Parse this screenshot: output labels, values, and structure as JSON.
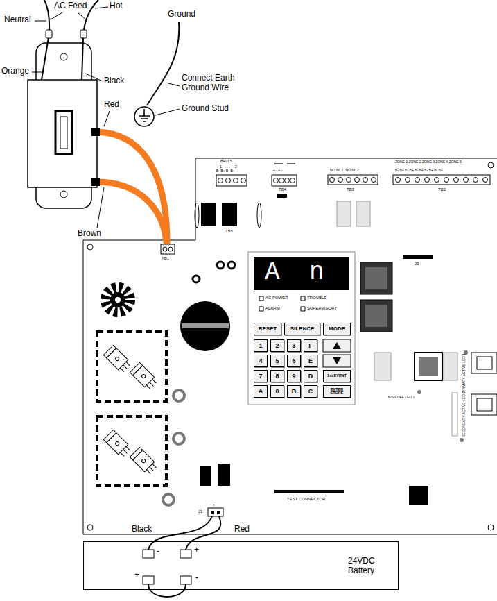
{
  "diagram": {
    "nodes": [
      {
        "text": [
          "RESET"
        ]
      },
      {
        "text": [
          "SILENCE"
        ]
      },
      {
        "text": [
          "MODE"
        ]
      },
      {
        "text": [
          "1"
        ]
      },
      {
        "text": [
          "2"
        ]
      },
      {
        "text": [
          "3"
        ]
      },
      {
        "text": [
          "F"
        ]
      },
      {
        "text": [
          "4"
        ]
      },
      {
        "text": [
          "5"
        ]
      },
      {
        "text": [
          "6"
        ]
      },
      {
        "text": [
          "E"
        ]
      },
      {
        "text": [
          "7"
        ]
      },
      {
        "text": [
          "8"
        ]
      },
      {
        "text": [
          "9"
        ]
      },
      {
        "text": [
          "D"
        ]
      },
      {
        "text": [
          "1st EVENT"
        ]
      },
      {
        "text": [
          "A"
        ]
      },
      {
        "text": [
          "0"
        ]
      },
      {
        "text": [
          "B"
        ]
      },
      {
        "text": [
          "C"
        ]
      },
      {
        "text": [
          "ENTER STORE"
        ]
      },
      {
        "text": [
          "24VDC Battery"
        ]
      }
    ],
    "labels": [
      "AC Feed",
      "Hot",
      "Neutral",
      "Ground",
      "Orange",
      "Black",
      "Red",
      "Connect Earth Ground Wire",
      "Ground Stud",
      "BELLS",
      "1",
      "2",
      "B- B+ B- B+",
      "TB5",
      "+ - + -",
      "TB4",
      "NO NC C NO NC C",
      "TB3",
      "ZONE 1 ZONE 2 ZONE 3 ZONE 4 ZONE 5",
      "B- B+ B- B+ B- B+ B- B+ B- B+",
      "TB2",
      "Brown",
      "TB1",
      "A",
      "n",
      "AC POWER",
      "TROUBLE",
      "ALARM",
      "SUPERVISORY",
      "J3",
      "KISS OFF LED 1",
      "PRIMARY ACTIVE LED 1",
      "SECONDARY ACTIVE LED 2",
      "TEST CONNECTOR",
      "J1",
      "- +",
      "Black",
      "Red",
      "-",
      "+",
      "+",
      "-"
    ]
  }
}
